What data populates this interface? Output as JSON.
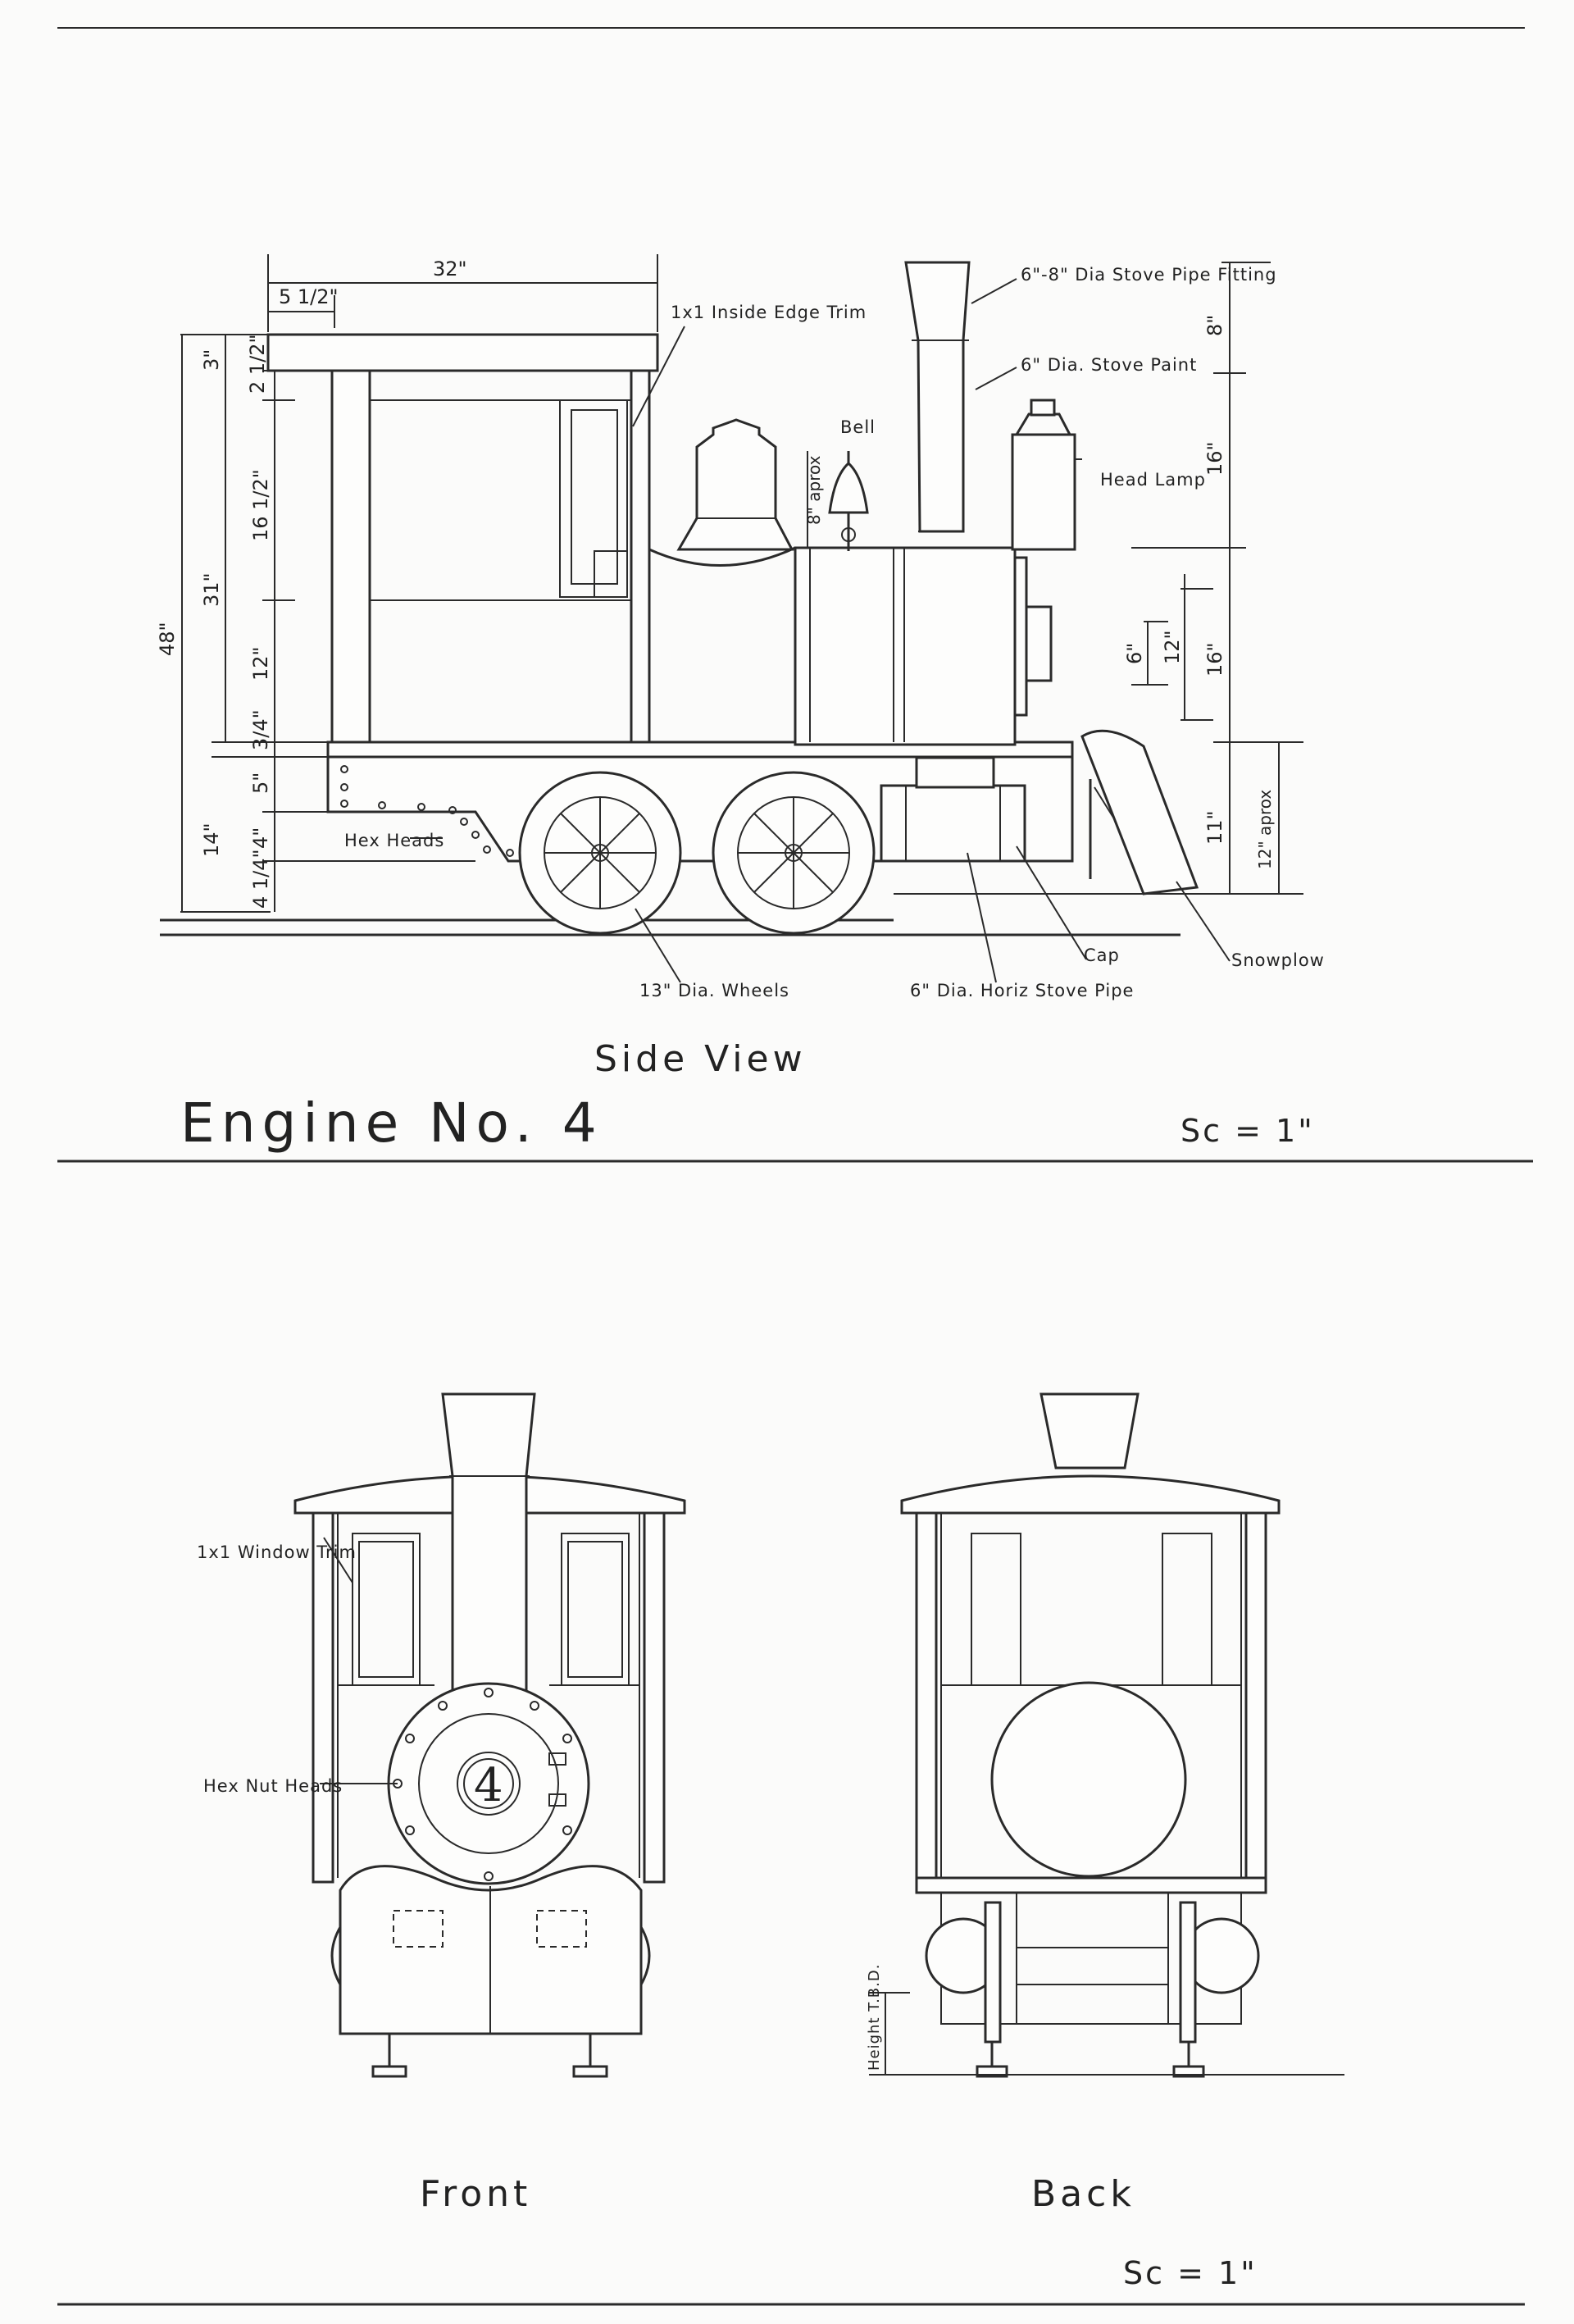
{
  "title": "Engine No. 4",
  "scale_top": "Sc = 1\"",
  "scale_bottom": "Sc = 1\"",
  "views": {
    "side": "Side View",
    "front": "Front",
    "back": "Back"
  },
  "dimensions": {
    "overall_length": "32\"",
    "roof_overhang": "5 1/2\"",
    "overall_height": "48\"",
    "cab_height": "31\"",
    "roof_thickness": "3\"",
    "roof_trim": "2 1/2\"",
    "window_height": "16 1/2\"",
    "lower_panel": "12\"",
    "deck": "3/4\"",
    "chassis_height": "14\"",
    "chassis_upper": "5\"",
    "chassis_mid": "4\"",
    "chassis_lower": "4 1/4\"",
    "bell_height": "8\" aprox",
    "stack_top": "8\"",
    "stack_mid": "16\"",
    "boiler_height": "16\"",
    "boiler_inner": "12\"",
    "boiler_detail": "6\"",
    "plow_height": "11\"",
    "plow_approx": "12\" aprox",
    "back_height": "Height T.B.D."
  },
  "notes": {
    "inside_edge_trim": "1x1 Inside Edge Trim",
    "stove_pipe_fitting": "6\"-8\" Dia Stove Pipe Fitting",
    "stove_paint": "6\" Dia. Stove Paint",
    "bell": "Bell",
    "head_lamp": "Head Lamp",
    "hex_heads": "Hex Heads",
    "wheels": "13\" Dia. Wheels",
    "horiz_stove_pipe": "6\" Dia. Horiz Stove Pipe",
    "cap": "Cap",
    "snowplow": "Snowplow",
    "window_trim": "1x1 Window Trim",
    "hex_nut_heads": "Hex Nut Heads",
    "engine_number": "4"
  }
}
